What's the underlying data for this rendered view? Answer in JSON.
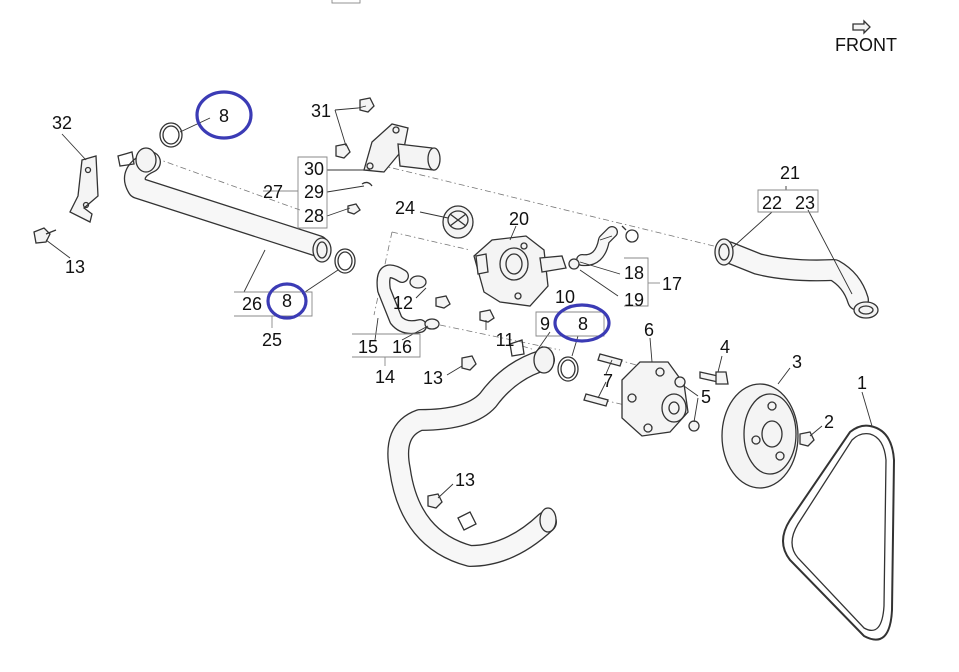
{
  "front_label": "FRONT",
  "labels": {
    "p1": "1",
    "p2": "2",
    "p3": "3",
    "p4": "4",
    "p5": "5",
    "p6": "6",
    "p7": "7",
    "p8a": "8",
    "p8b": "8",
    "p8c": "8",
    "p9": "9",
    "p10": "10",
    "p11": "11",
    "p12": "12",
    "p13a": "13",
    "p13b": "13",
    "p13c": "13",
    "p14": "14",
    "p15": "15",
    "p16": "16",
    "p17": "17",
    "p18": "18",
    "p19": "19",
    "p20": "20",
    "p21": "21",
    "p22": "22",
    "p23": "23",
    "p24": "24",
    "p25": "25",
    "p26": "26",
    "p27": "27",
    "p28": "28",
    "p29": "29",
    "p30": "30",
    "p31": "31",
    "p32": "32"
  },
  "highlight_color": "#3b3bb5"
}
